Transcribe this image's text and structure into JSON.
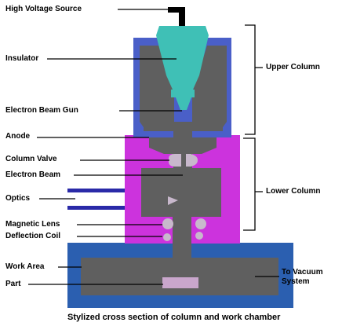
{
  "caption": "Stylized cross section of column and work chamber",
  "labels": {
    "high_voltage_source": "High Voltage Source",
    "insulator": "Insulator",
    "electron_beam_gun": "Electron Beam Gun",
    "anode": "Anode",
    "column_valve": "Column Valve",
    "electron_beam": "Electron Beam",
    "optics": "Optics",
    "magnetic_lens": "Magnetic Lens",
    "deflection_coil": "Deflection Coil",
    "work_area": "Work Area",
    "part": "Part",
    "upper_column": "Upper Column",
    "lower_column": "Lower Column",
    "to_vacuum_system": "To Vacuum\nSystem"
  },
  "colors": {
    "upper_housing": "#4a5fc8",
    "lower_housing": "#cc33dd",
    "work_chamber": "#2b5fb0",
    "internal_parts": "#5f5f5f",
    "insulator": "#3fc0b6",
    "lens_elements": "#c8b8cc",
    "part": "#c9a6cc",
    "optics_ports": "#2a2aa8",
    "leader_lines": "#000000"
  }
}
